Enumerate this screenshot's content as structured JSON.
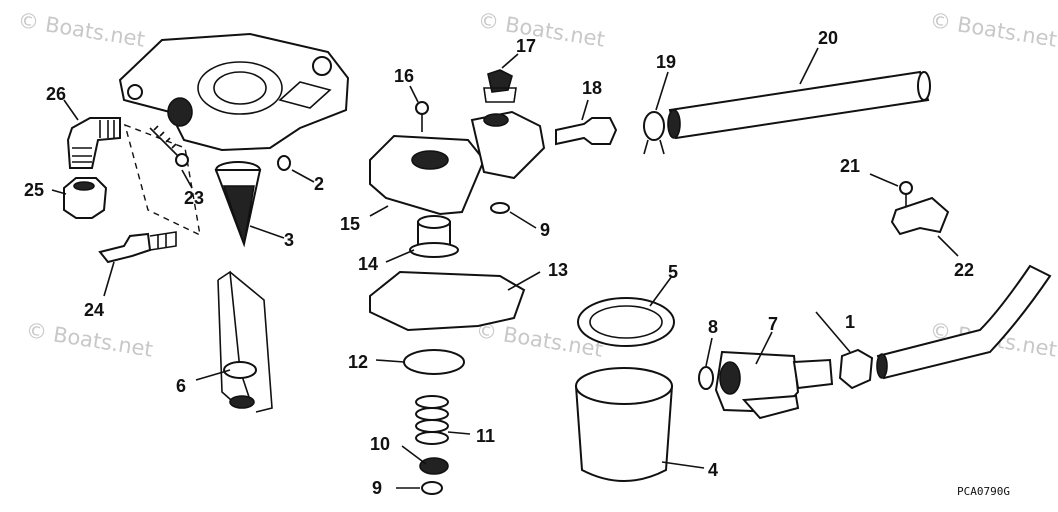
{
  "watermark": "© Boats.net",
  "diagram_code": "PCA0790G",
  "callouts": [
    "1",
    "2",
    "3",
    "4",
    "5",
    "6",
    "7",
    "8",
    "9",
    "9",
    "10",
    "11",
    "12",
    "13",
    "14",
    "15",
    "16",
    "17",
    "18",
    "19",
    "20",
    "21",
    "22",
    "23",
    "24",
    "25",
    "26"
  ]
}
